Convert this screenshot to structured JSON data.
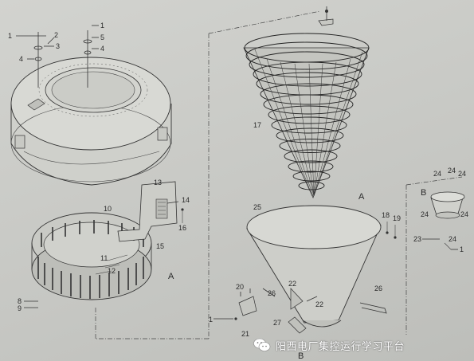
{
  "labels": {
    "l1a": "1",
    "l2": "2",
    "l3": "3",
    "l4a": "4",
    "l1b": "1",
    "l5": "5",
    "l4b": "4",
    "l13": "13",
    "l14": "14",
    "l10": "10",
    "l16": "16",
    "l11": "11",
    "l12": "12",
    "l15": "15",
    "lA1": "A",
    "l8": "8",
    "l9": "9",
    "l17": "17",
    "l25": "25",
    "lA2": "A",
    "l18": "18",
    "l19": "19",
    "lB1": "B",
    "l24a": "24",
    "l24b": "24",
    "l24c": "24",
    "l24d": "24",
    "l24e": "24",
    "l24f": "24",
    "l23": "23",
    "l1c": "1",
    "l20": "20",
    "l26a": "26",
    "l22a": "22",
    "l22b": "22",
    "l26b": "26",
    "l27": "27",
    "l21": "21",
    "l1d": "1",
    "lB2": "B"
  },
  "watermark": {
    "text": "阳西电厂集控运行学习平台"
  }
}
